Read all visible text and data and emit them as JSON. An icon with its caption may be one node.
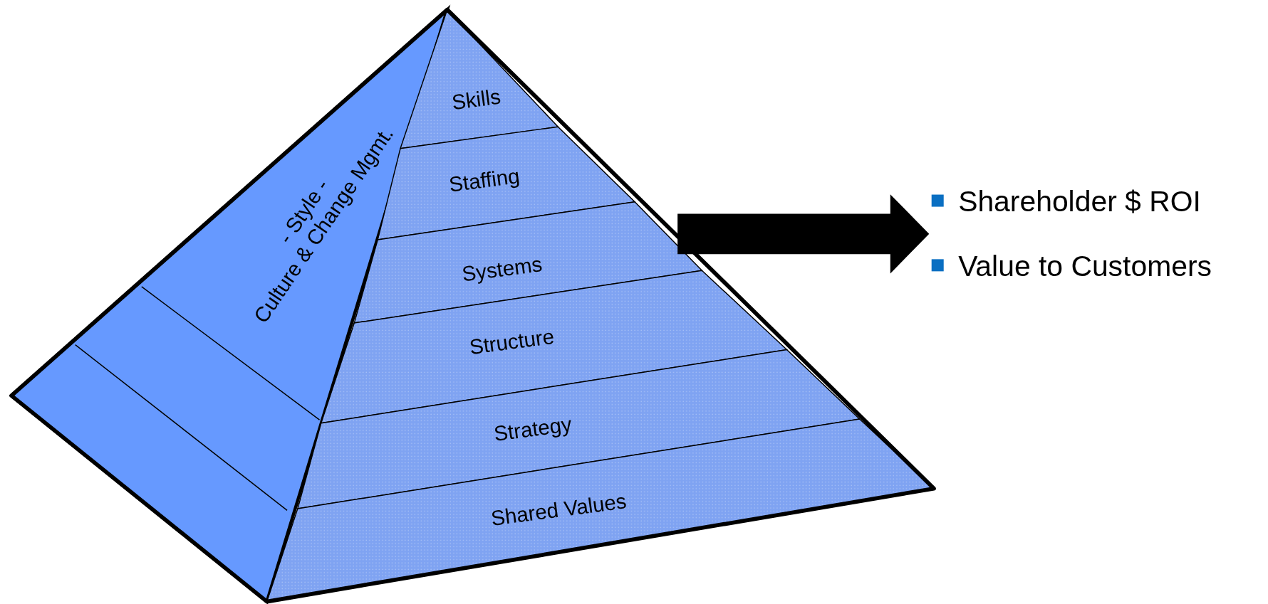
{
  "diagram": {
    "nodes": [
      {
        "text": [],
        "shape": "pyramid"
      },
      {
        "text": [
          "- Style - Culture & Change Mgmt."
        ],
        "in": 0
      },
      {
        "text": [
          "Skills"
        ],
        "in": 0
      },
      {
        "text": [
          "Staffing"
        ],
        "in": 0
      },
      {
        "text": [
          "Systems"
        ],
        "in": 0
      },
      {
        "text": [
          "Structure"
        ],
        "in": 0
      },
      {
        "text": [
          "Strategy"
        ],
        "in": 0
      },
      {
        "text": [
          "Shared Values"
        ],
        "in": 0
      },
      {
        "text": [
          "Shareholder $ ROI",
          "Value to Customers"
        ]
      }
    ],
    "edges": [
      {
        "from": 0,
        "to": 8,
        "arrow": "to",
        "style": "thick"
      }
    ]
  }
}
